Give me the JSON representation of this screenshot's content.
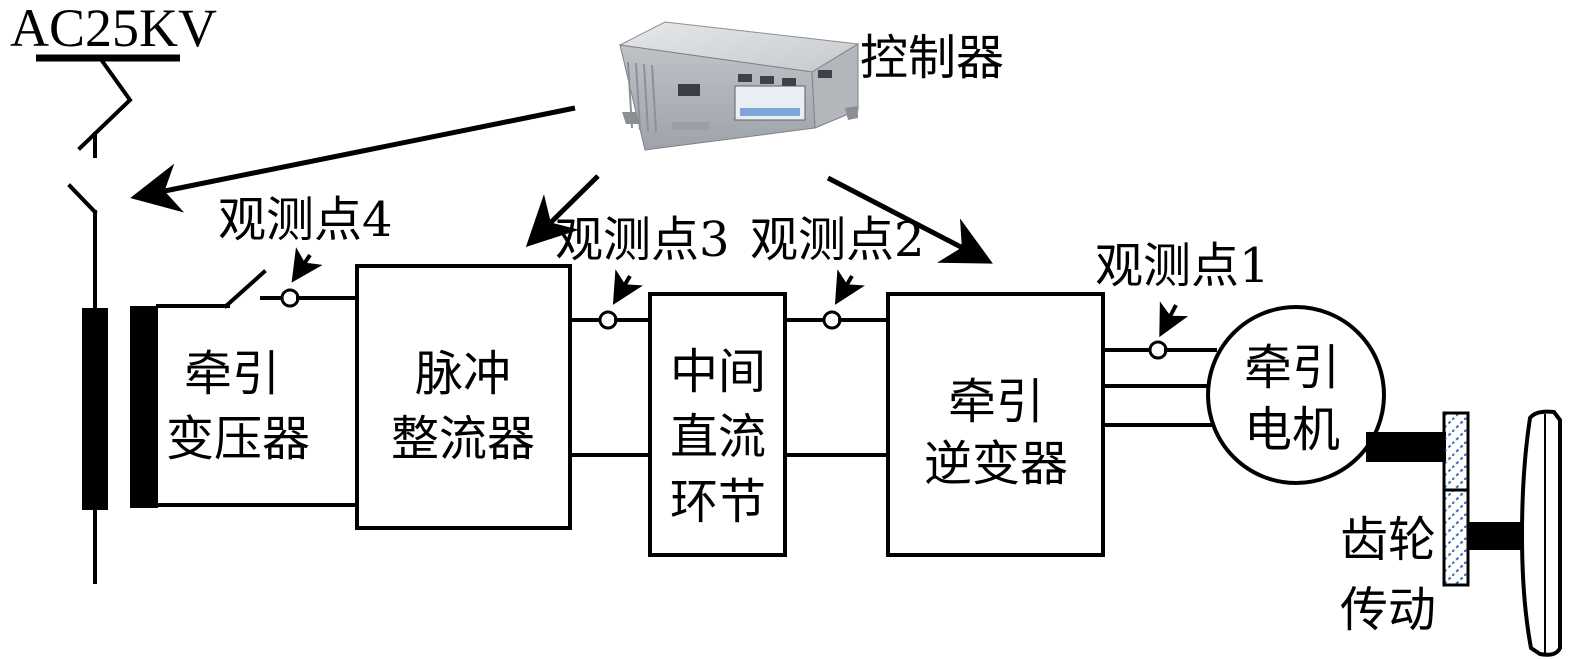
{
  "supply": {
    "label": "AC25KV"
  },
  "controller": {
    "label": "控制器"
  },
  "observation_points": {
    "p4": "观测点4",
    "p3": "观测点3",
    "p2": "观测点2",
    "p1": "观测点1"
  },
  "blocks": {
    "transformer": {
      "line1": "牵引",
      "line2": "变压器"
    },
    "rectifier": {
      "line1": "脉冲",
      "line2": "整流器"
    },
    "dc_link": {
      "line1": "中间",
      "line2": "直流",
      "line3": "环节"
    },
    "inverter": {
      "line1": "牵引",
      "line2": "逆变器"
    },
    "motor": {
      "line1": "牵引",
      "line2": "电机"
    },
    "gear": {
      "line1": "齿轮",
      "line2": "传动"
    }
  },
  "colors": {
    "line": "#000000",
    "gear_hatch": "#3a6fb0",
    "controller_body": "#cfd2d6"
  }
}
